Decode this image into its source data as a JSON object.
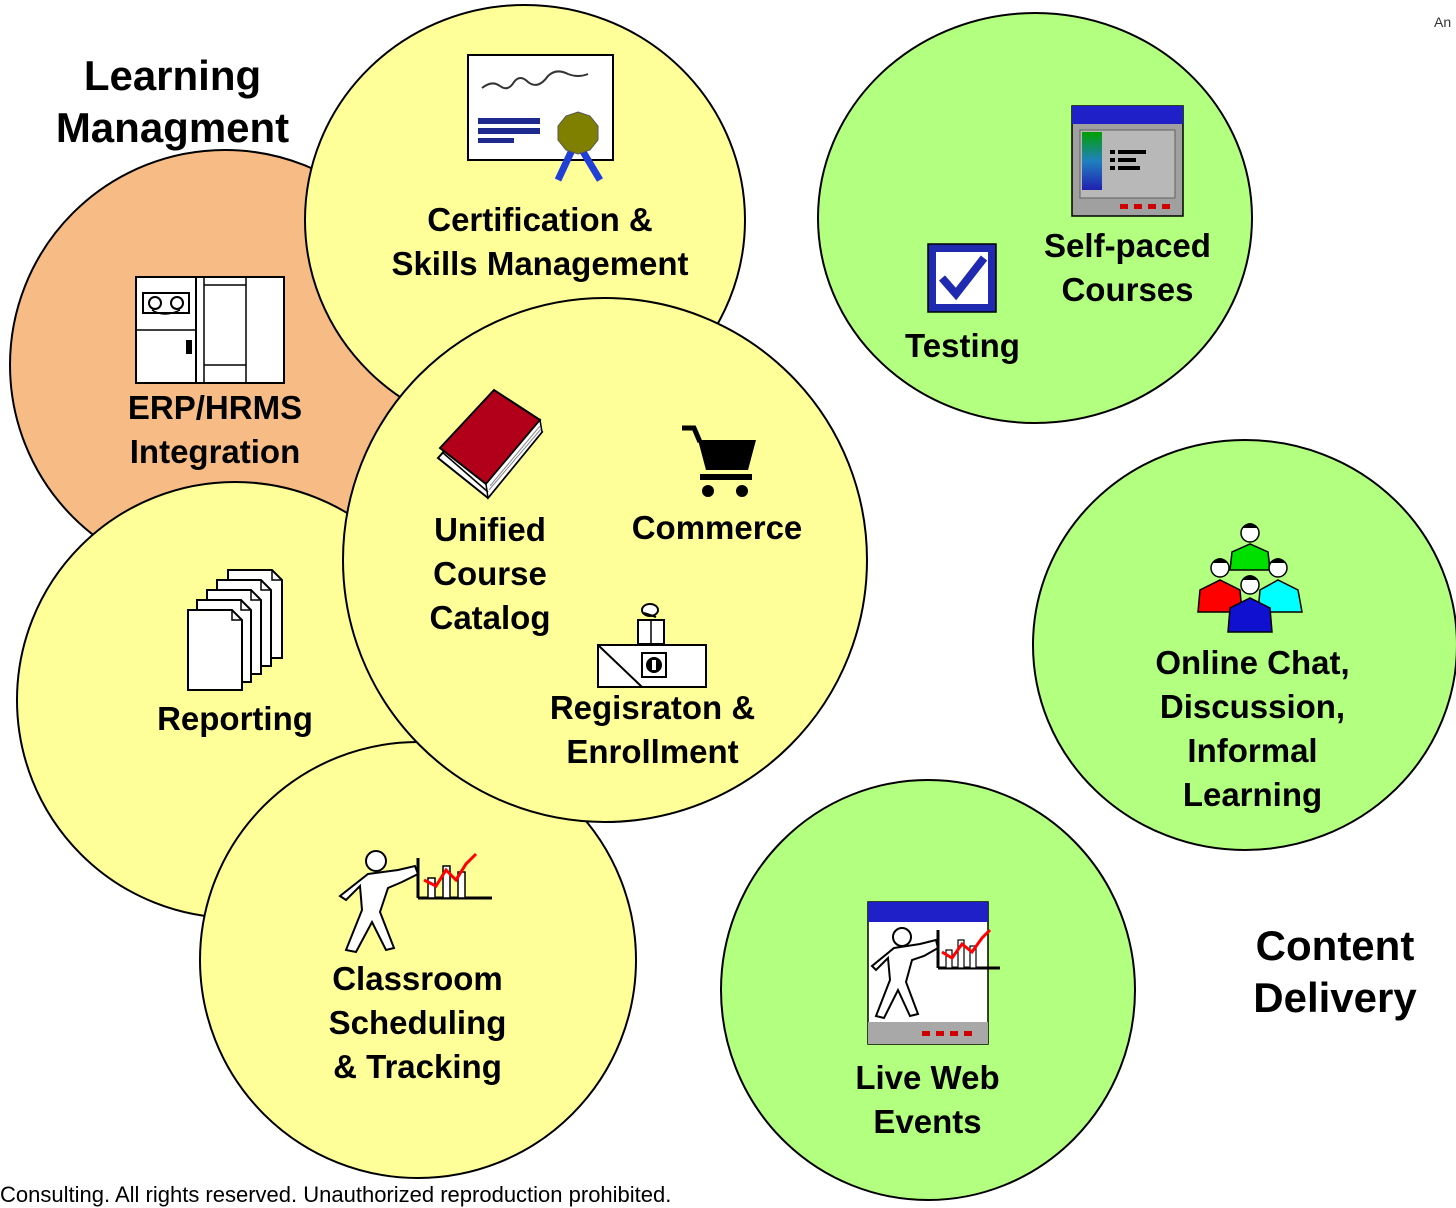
{
  "groups": {
    "learning_management": "Learning\nManagment",
    "content_delivery": "Content\nDelivery"
  },
  "circles": {
    "certification": "Certification &\nSkills Management",
    "erp": "ERP/HRMS\nIntegration",
    "catalog": "Unified\nCourse\nCatalog",
    "commerce": "Commerce",
    "registration": "Regisraton &\nEnrollment",
    "reporting": "Reporting",
    "classroom": "Classroom\nScheduling\n& Tracking",
    "testing": "Testing",
    "self_paced": "Self-paced\nCourses",
    "online_chat": "Online Chat,\nDiscussion,\nInformal\nLearning",
    "live_web": "Live Web\nEvents"
  },
  "colors": {
    "yellow": "#ffff99",
    "green": "#b3ff80",
    "orange": "#f7bc86",
    "navy": "#1f2a8f"
  },
  "icons": [
    "certificate-icon",
    "server-icon",
    "book-icon",
    "shopping-cart-icon",
    "registration-desk-icon",
    "documents-icon",
    "presenter-icon",
    "checkbox-icon",
    "course-window-icon",
    "people-group-icon",
    "web-event-icon"
  ],
  "footer": "Consulting. All rights reserved. Unauthorized reproduction prohibited.",
  "corner_text": "An"
}
